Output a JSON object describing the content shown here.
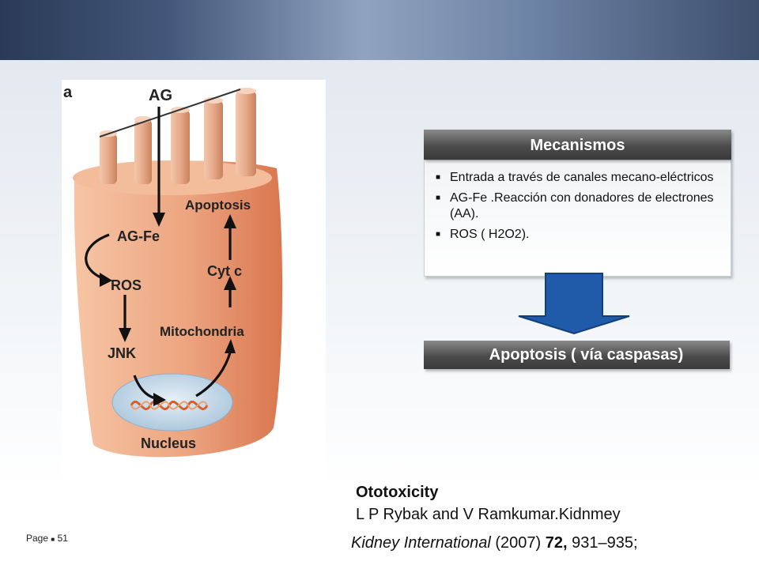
{
  "figure": {
    "panel_letter": "a",
    "labels": {
      "ag": "AG",
      "ag_fe": "AG-Fe",
      "ros": "ROS",
      "jnk": "JNK",
      "nucleus": "Nucleus",
      "apoptosis": "Apoptosis",
      "cyt_c": "Cyt c",
      "mitochondria": "Mitochondria"
    }
  },
  "mechanisms": {
    "title": "Mecanismos",
    "items": [
      "Entrada a través de canales mecano-eléctricos",
      "AG-Fe .Reacción con donadores de electrones (AA).",
      "ROS ( H2O2)."
    ]
  },
  "result": {
    "label": "Apoptosis ( vía caspasas)"
  },
  "citation": {
    "title": "Ototoxicity",
    "authors": "L P Rybak and V Ramkumar.Kidnmey",
    "journal": "Kidney International",
    "year": "(2007)",
    "volume": "72,",
    "pages": "931–935;"
  },
  "page": {
    "label": "Page",
    "number": "51"
  },
  "colors": {
    "arrow_blue": "#1f5ba8",
    "cell_orange": "#e8906a",
    "nucleus_blue": "#bcd4e6"
  }
}
